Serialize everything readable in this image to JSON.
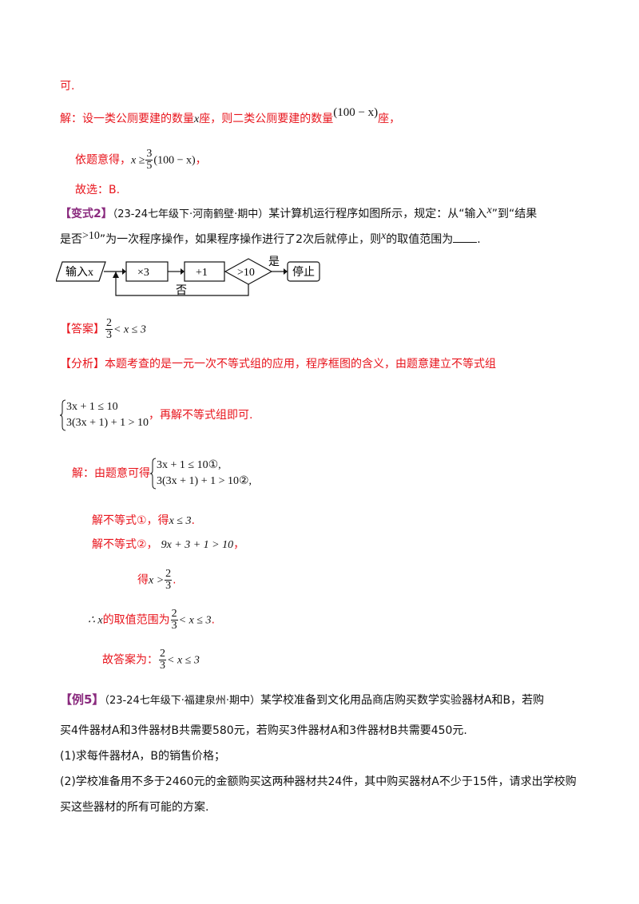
{
  "line1": "可.",
  "sol1": {
    "prefix": "解：设一类公厕要建的数量",
    "var": "x",
    "mid": "座，则二类公厕要建的数量",
    "expr": "(100 − x)",
    "suffix": "座，"
  },
  "ineq1": {
    "prefix": "依题意得，",
    "lhs": "x ≥",
    "num": "3",
    "den": "5",
    "rhs": "(100 − x)",
    "suffix": "，"
  },
  "choice": "故选：B.",
  "variant": {
    "tag": "【变式2】",
    "source": "（23-24七年级下·河南鹤壁·期中）",
    "text_a": "某计算机运行程序如图所示，规定：从“输入",
    "var": "x",
    "text_b": "”到“结果",
    "text_c": "是否",
    "cond": ">10",
    "text_d": "”为一次程序操作，如果程序操作进行了2次后就停止，则",
    "text_e": "的取值范围为",
    "end": "."
  },
  "flow": {
    "input": "输入x",
    "op1": "×3",
    "op2": "+1",
    "cond": ">10",
    "yes": "是",
    "no": "否",
    "stop": "停止"
  },
  "answer": {
    "tag": "【答案】",
    "num": "2",
    "den": "3",
    "rest": "< x ≤ 3"
  },
  "analysis": {
    "tag": "【分析】",
    "text": "本题考查的是一元一次不等式组的应用，程序框图的含义，由题意建立不等式组"
  },
  "system1": {
    "eq1": "3x + 1 ≤ 10",
    "eq2": "3(3x + 1) + 1 > 10",
    "suffix": "，再解不等式组即可."
  },
  "solution": {
    "prefix": "解：由题意可得",
    "eq1": "3x + 1 ≤ 10①,",
    "eq2": "3(3x + 1) + 1 > 10②,",
    "step1_a": "解不等式①，得",
    "step1_b": "x ≤ 3",
    "step1_c": ".",
    "step2_a": "解不等式②，",
    "step2_b": "9x + 3 + 1 > 10",
    "step2_c": "，",
    "step3_a": "得",
    "step3_b": "x >",
    "step3_num": "2",
    "step3_den": "3",
    "step3_c": ".",
    "range_a": "∴ x",
    "range_b": "的取值范围为",
    "range_num": "2",
    "range_den": "3",
    "range_rest": "< x ≤ 3",
    "range_c": ".",
    "final_a": "故答案为：",
    "final_num": "2",
    "final_den": "3",
    "final_rest": "< x ≤ 3"
  },
  "example": {
    "tag": "【例5】",
    "source": "（23-24七年级下·福建泉州·期中）",
    "text1": "某学校准备到文化用品商店购买数学实验器材A和B，若购",
    "text2": "买4件器材A和3件器材B共需要580元，若购买3件器材A和3件器材B共需要450元.",
    "q1": "(1)求每件器材A，B的销售价格；",
    "q2a": "(2)学校准备用不多于2460元的金额购买这两种器材共24件，其中购买器材A不少于15件，请求出学校购",
    "q2b": "买这些器材的所有可能的方案."
  },
  "colors": {
    "red": "#e8141c",
    "purple": "#8a2a7e"
  }
}
